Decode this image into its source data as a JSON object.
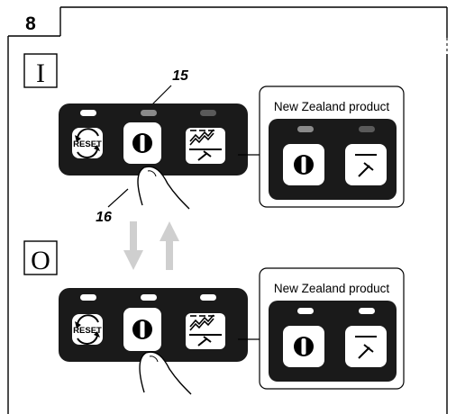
{
  "step": {
    "number": "8"
  },
  "panels": [
    {
      "mode_label": "I",
      "callout_top": "15",
      "callout_bottom": "16",
      "inset_title": "New Zealand product",
      "buttons": {
        "reset": "RESET",
        "power": "power-icon",
        "tool": "tool-settings-icon"
      },
      "indicator_lit": "center"
    },
    {
      "mode_label": "O",
      "inset_title": "New Zealand product",
      "buttons": {
        "reset": "RESET",
        "power": "power-icon",
        "tool": "tool-settings-icon"
      },
      "indicator_lit": "none"
    }
  ],
  "arrows": {
    "between_panels": "down-up-arrows"
  },
  "colors": {
    "panel": "#1a1a1a",
    "button": "#ffffff",
    "led_off": "#ffffff",
    "led_on": "#8a8a8a",
    "arrow": "#cfcfcf"
  }
}
